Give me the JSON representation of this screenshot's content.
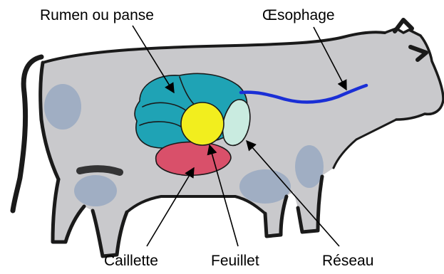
{
  "labels": {
    "rumen": "Rumen ou panse",
    "oesophagus": "Œsophage",
    "abomasum": "Caillette",
    "omasum": "Feuillet",
    "reticulum": "Réseau"
  },
  "colors": {
    "body": "#c9c9cc",
    "rumen": "#1fa3b5",
    "oesophagus": "#1a2fd6",
    "abomasum": "#d9506a",
    "omasum": "#f2ee1e",
    "reticulum": "#c9ebe0",
    "ink": "#1a1a1a",
    "wash": "#6f8fb8"
  }
}
